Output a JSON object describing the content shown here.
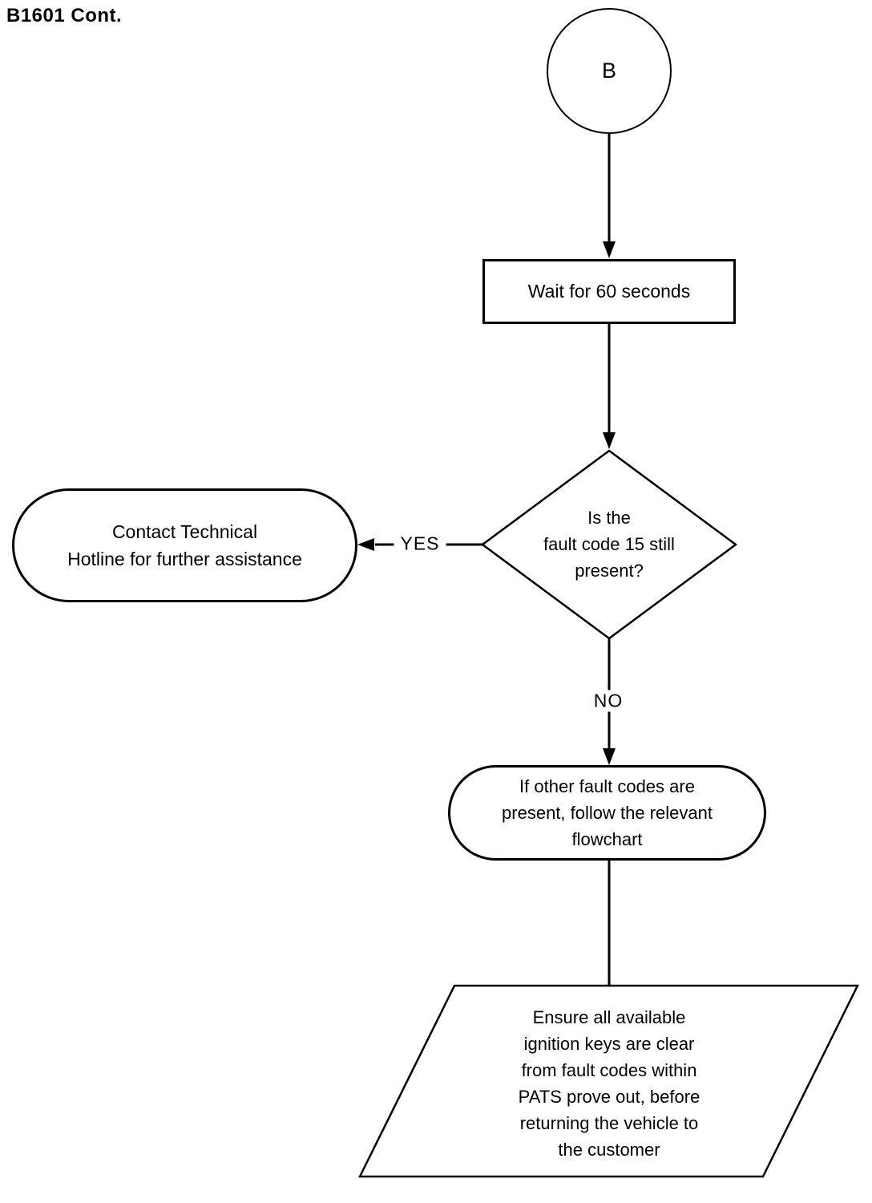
{
  "page": {
    "title": "B1601 Cont."
  },
  "flowchart": {
    "start_connector": {
      "label": "B",
      "shape": "circle"
    },
    "process_wait": {
      "text": "Wait for 60 seconds",
      "shape": "rectangle"
    },
    "decision_fault_code": {
      "shape": "diamond",
      "lines": [
        "Is the",
        "fault code 15 still",
        "present?"
      ]
    },
    "terminator_contact_hotline": {
      "shape": "stadium",
      "lines": [
        "Contact Technical",
        "Hotline for further assistance"
      ]
    },
    "terminator_other_codes": {
      "shape": "stadium",
      "lines": [
        "If other fault codes are",
        "present, follow the relevant",
        "flowchart"
      ]
    },
    "io_ensure_keys": {
      "shape": "parallelogram",
      "lines": [
        "Ensure all available",
        "ignition keys are clear",
        "from fault codes within",
        "PATS prove out, before",
        "returning the vehicle to",
        "the customer"
      ]
    },
    "edge_labels": {
      "yes": "YES",
      "no": "NO"
    }
  },
  "colors": {
    "stroke": "#000000",
    "background": "#ffffff",
    "text": "#000000"
  }
}
